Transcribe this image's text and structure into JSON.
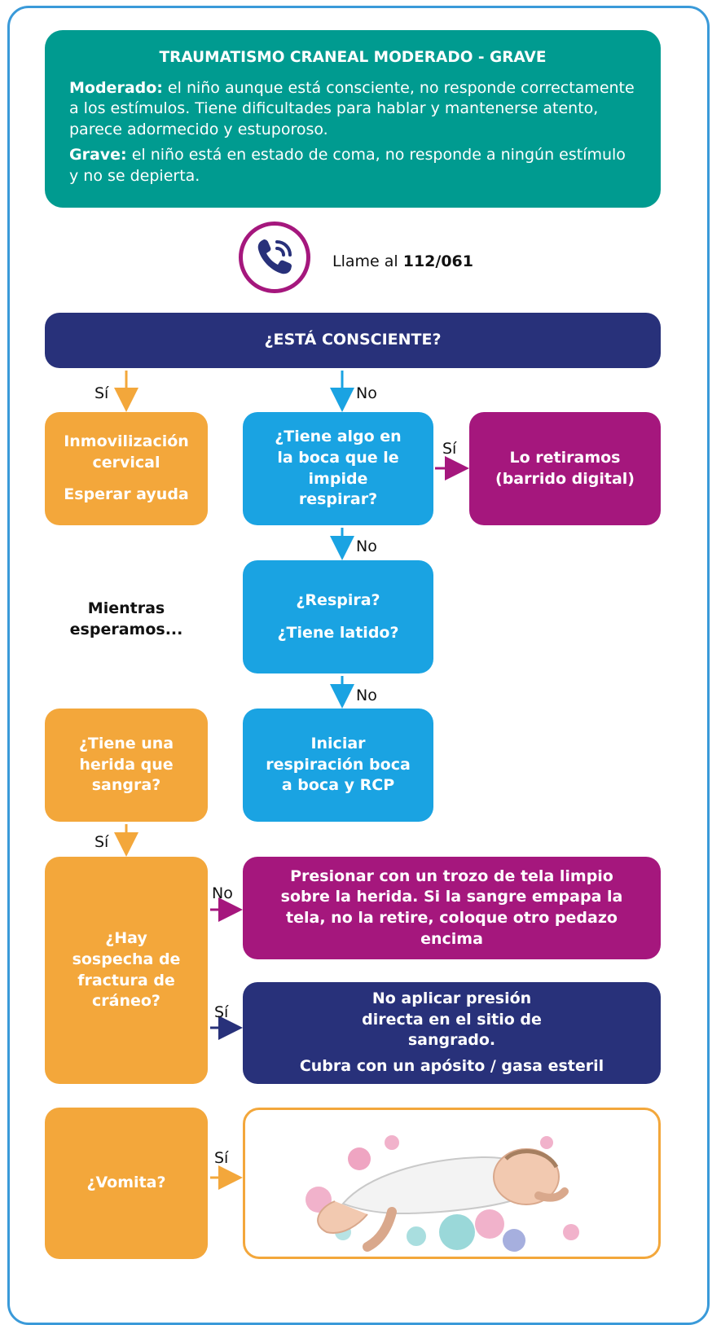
{
  "header": {
    "title": "TRAUMATISMO CRANEAL MODERADO - GRAVE",
    "moderado_label": "Moderado:",
    "moderado_text": " el niño aunque está consciente, no responde correctamente a los estímulos. Tiene dificultades para hablar y mantenerse atento, parece adormecido y estuporoso.",
    "grave_label": "Grave:",
    "grave_text": " el niño está en estado de coma, no responde a ningún estímulo y no se depierta."
  },
  "call": {
    "prefix": "Llame al ",
    "number": "112/061"
  },
  "question_conscious": "¿ESTÁ CONSCIENTE?",
  "left_branch": {
    "line1": "Inmovilización cervical",
    "line2": "Esperar ayuda"
  },
  "mouth_question": "¿Tiene algo en la boca que le impide respirar?",
  "mouth_action": "Lo retiramos (barrido digital)",
  "breathing": {
    "line1": "¿Respira?",
    "line2": "¿Tiene latido?"
  },
  "cpr": "Iniciar respiración boca a boca y RCP",
  "while_waiting": "Mientras esperamos...",
  "wound_question": "¿Tiene una herida que sangra?",
  "fracture_question": "¿Hay sospecha de fractura de cráneo?",
  "pressure_action": "Presionar con un trozo de tela limpio sobre la herida. Si la sangre empapa la tela, no la retire, coloque otro pedazo encima",
  "no_pressure": {
    "line1": "No aplicar presión directa en el sitio de sangrado.",
    "line2": "Cubra con un apósito / gasa esteril"
  },
  "vomit_question": "¿Vomita?",
  "labels": {
    "yes": "Sí",
    "no": "No"
  },
  "colors": {
    "teal": "#009b90",
    "orange": "#f3a73b",
    "blue": "#1aa3e2",
    "magenta": "#a5177d",
    "navy": "#28317a",
    "frame": "#3a9ad9"
  },
  "icons": [
    "phone-icon"
  ]
}
